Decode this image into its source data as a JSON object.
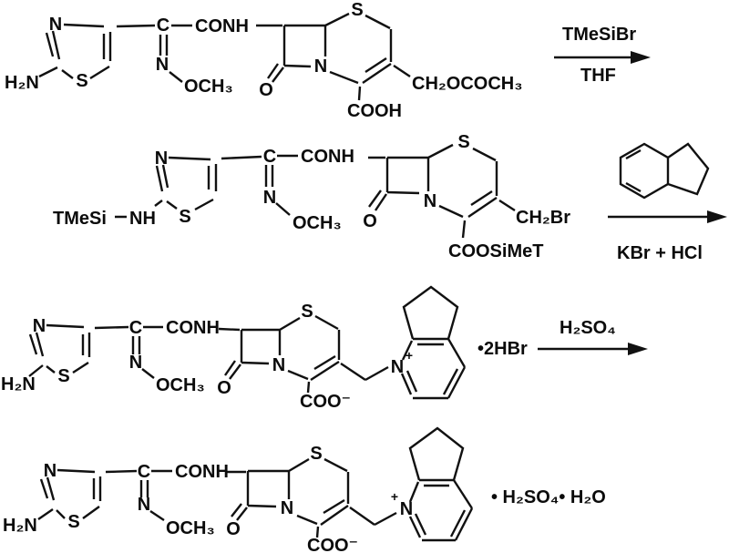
{
  "labels": {
    "amino": "H₂N",
    "nitrogen": "N",
    "sulfur": "S",
    "carbon": "C",
    "oxygen": "O",
    "amide": "CONH",
    "silyl_amine_nh": "NH",
    "silyl_tmesi": "TMeSi",
    "methoxime": "OCH₃",
    "carboxylic_acid": "COOH",
    "acetoxymethyl": "CH₂OCOCH₃",
    "bromomethyl": "CH₂Br",
    "silyl_ester": "COOSiMeT",
    "carboxylate": "COO⁻",
    "positive_charge": "+"
  },
  "reagents": {
    "step1_above_arrow": "TMeSiBr",
    "step1_below_arrow": "THF",
    "step2_below_arrow": "KBr + HCl",
    "step3_above_arrow": "H₂SO₄"
  },
  "salts": {
    "dihydrobromide": "•2HBr",
    "sulfate_hydrate": "• H₂SO₄• H₂O"
  }
}
